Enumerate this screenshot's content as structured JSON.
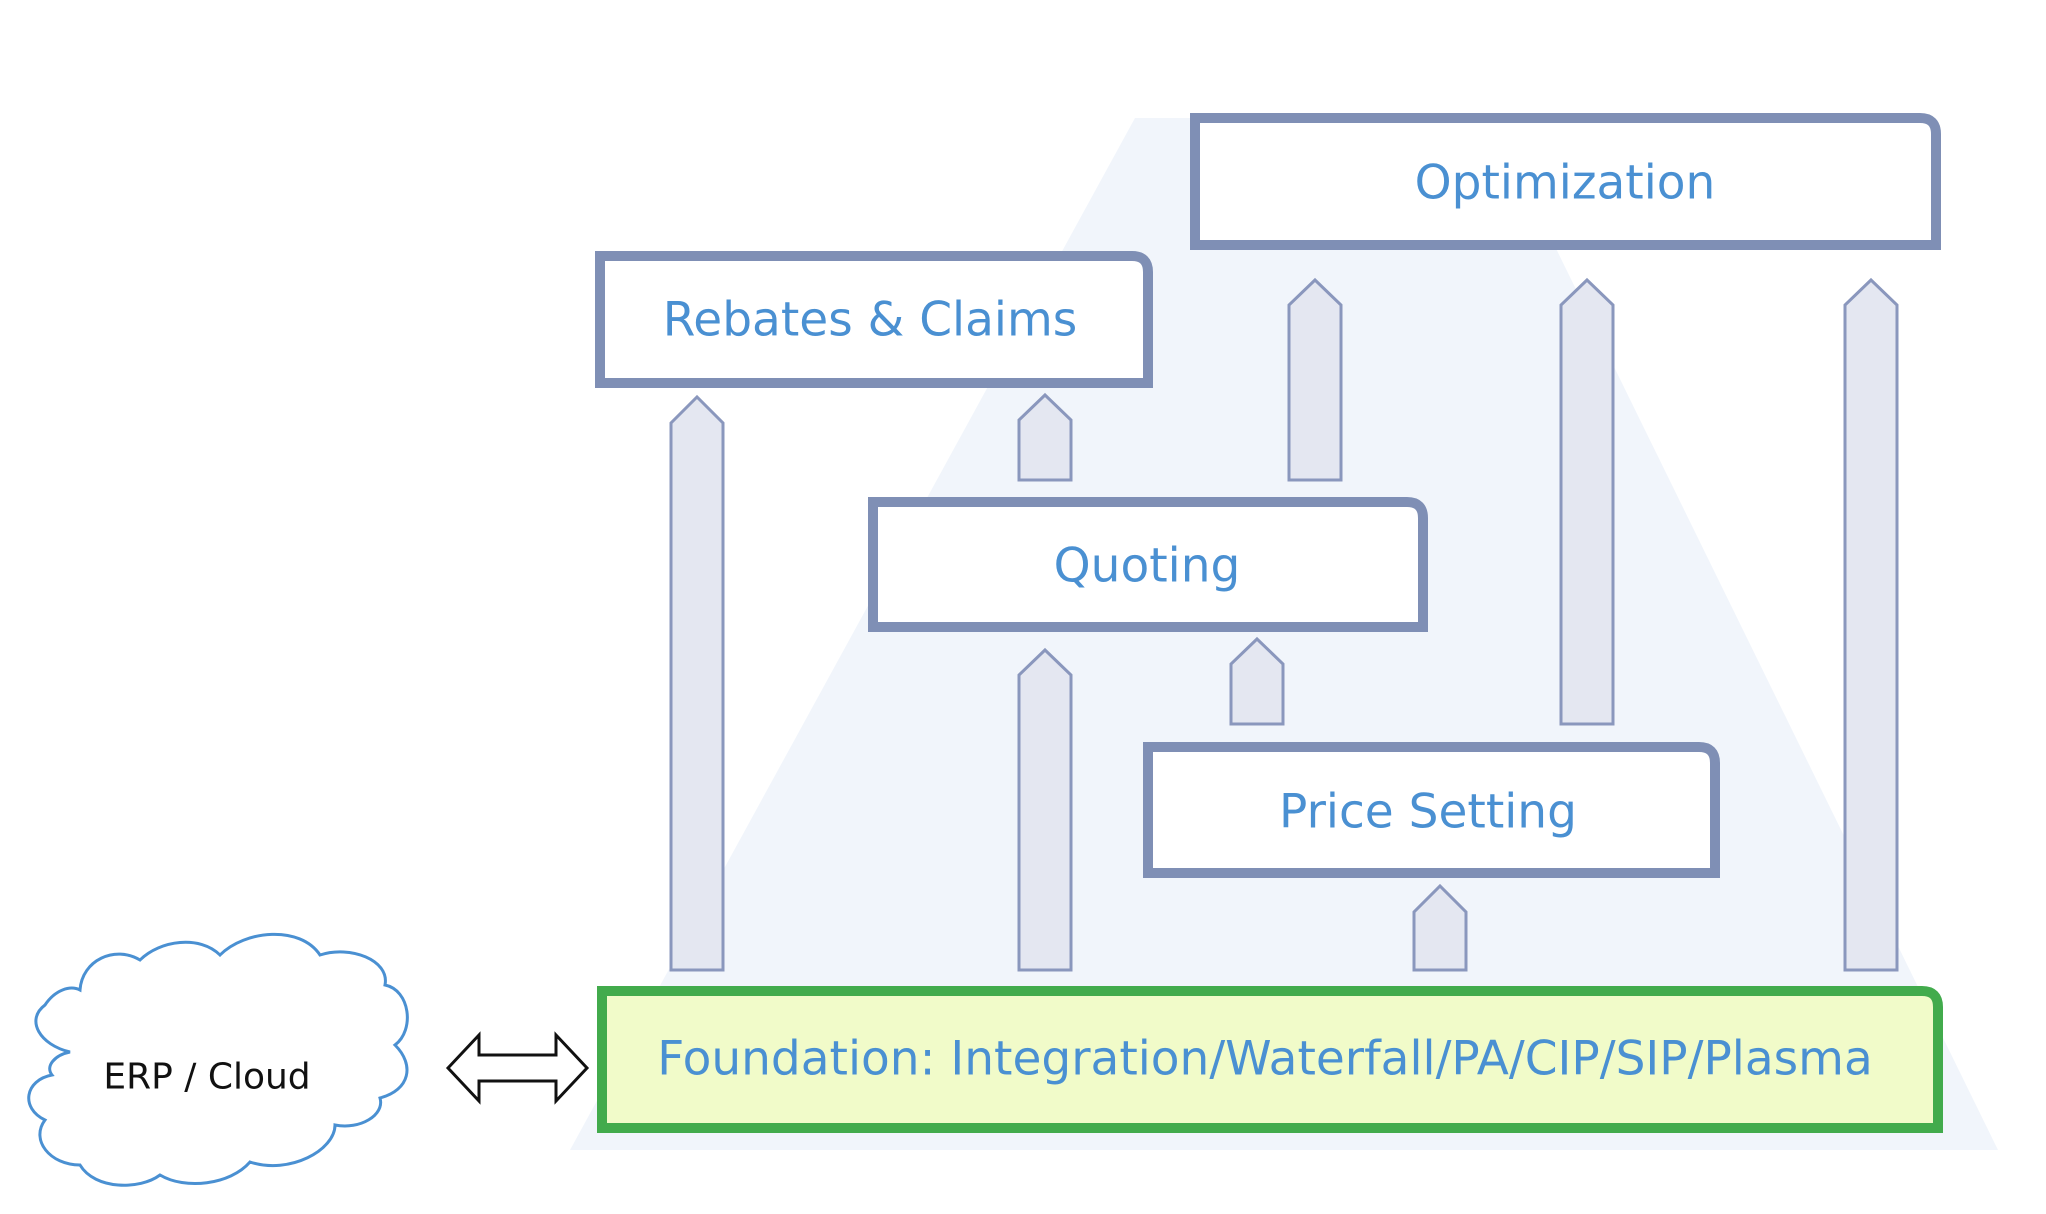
{
  "colors": {
    "background_triangle": "#f1f5fb",
    "box_border": "#7f8fb5",
    "box_text": "#4a90d2",
    "arrow_fill": "#e4e7f1",
    "arrow_stroke": "#8a97bd",
    "foundation_border": "#42ab4c",
    "foundation_fill": "#f1fbc9",
    "cloud_stroke": "#4a90d2"
  },
  "boxes": {
    "optimization": "Optimization",
    "rebates": "Rebates & Claims",
    "quoting": "Quoting",
    "price_setting": "Price Setting",
    "foundation": "Foundation: Integration/Waterfall/PA/CIP/SIP/Plasma"
  },
  "cloud": {
    "label": "ERP / Cloud"
  }
}
